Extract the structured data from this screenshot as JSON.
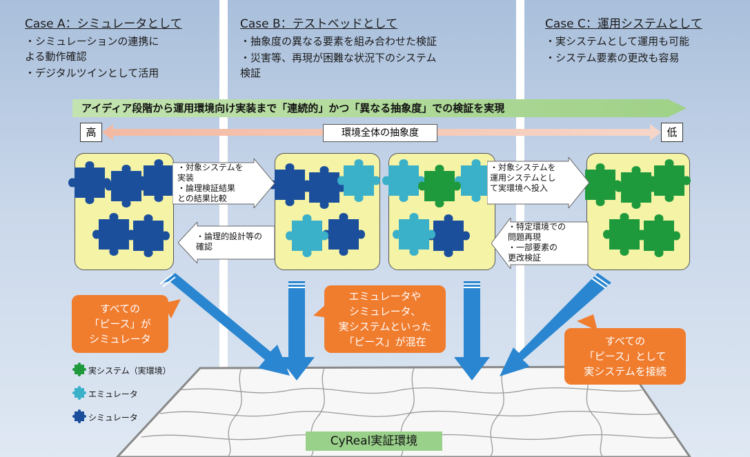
{
  "cases": [
    {
      "title": "Case A：シミュレータとして",
      "bullets": [
        "・シミュレーションの連携に",
        "  よる動作確認",
        "・デジタルツインとして活用"
      ]
    },
    {
      "title": "Case B：テストベッドとして",
      "bullets": [
        "・抽象度の異なる要素を組み合わせた検証",
        "・災害等、再現が困難な状況下のシステム",
        "  検証"
      ]
    },
    {
      "title": "Case C：運用システムとして",
      "bullets": [
        "・実システムとして運用も可能",
        "・システム要素の更改も容易"
      ]
    }
  ],
  "banner": "アイディア段階から運用環境向け実装まで「連続的」かつ「異なる抽象度」での検証を実現",
  "scale": {
    "high": "高",
    "low": "低",
    "label": "環境全体の抽象度"
  },
  "arrows": {
    "a_right": "・対象システムを\n 実装\n・論理検証結果\n との結果比較",
    "a_left": "・論理的設計等の\n 確認",
    "c_right": "・対象システムを\n 運用システムとし\n て実環境へ投入",
    "c_left": "・特定環境での\n 問題再現\n・一部要素の\n 更改検証"
  },
  "callouts": {
    "left": "すべての\n「ピース」が\nシミュレータ",
    "middle": "エミュレータや\nシミュレータ、\n実システムといった\n「ピース」が混在",
    "right": "すべての\n「ピース」として\n実システムを接続"
  },
  "legend": [
    {
      "label": "実システム（実環境）",
      "color": "#1e9a3c"
    },
    {
      "label": "エミュレータ",
      "color": "#3bb0c9"
    },
    {
      "label": "シミュレータ",
      "color": "#1b4f9c"
    }
  ],
  "bottom_label": "CyReal実証環境",
  "colors": {
    "simulator": "#1b4f9c",
    "emulator": "#3bb0c9",
    "real": "#1e9a3c",
    "callout": "#f07c2e",
    "panel": "#f5f3a6",
    "arrow": "#2a86d0"
  }
}
